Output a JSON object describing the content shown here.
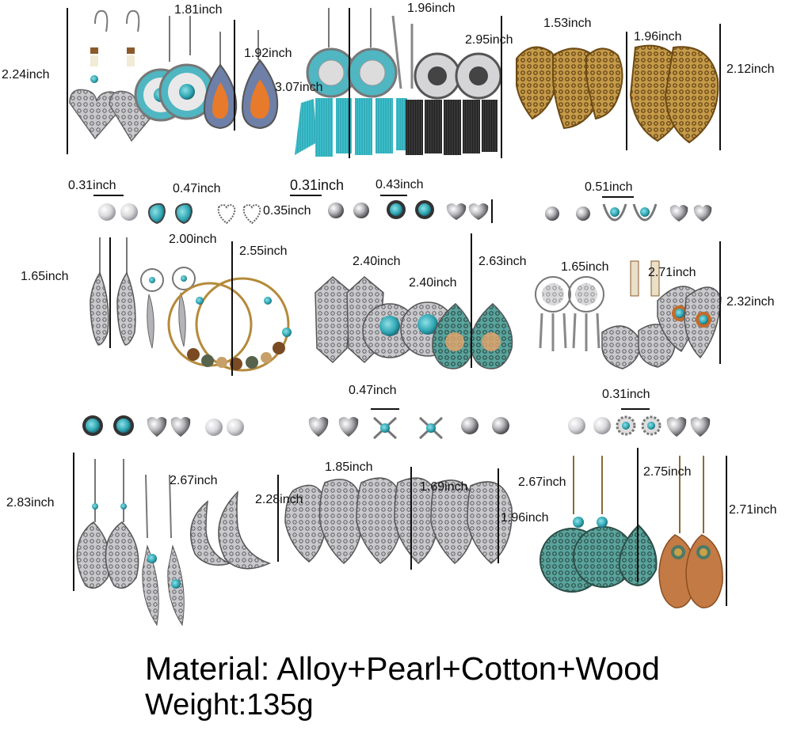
{
  "measurements": [
    "2.24inch",
    "1.81inch",
    "1.92inch",
    "3.07inch",
    "1.96inch",
    "2.95inch",
    "1.53inch",
    "1.96inch",
    "2.12inch",
    "0.31inch",
    "0.47inch",
    "0.35inch",
    "0.31inch",
    "0.43inch",
    "0.51inch",
    "1.65inch",
    "2.00inch",
    "2.55inch",
    "2.40inch",
    "2.40inch",
    "2.63inch",
    "1.65inch",
    "2.71inch",
    "2.32inch",
    "0.47inch",
    "0.31inch",
    "2.83inch",
    "2.67inch",
    "2.28inch",
    "1.85inch",
    "1.69inch",
    "1.96inch",
    "2.67inch",
    "2.75inch",
    "2.71inch"
  ],
  "caption": {
    "material": "Material: Alloy+Pearl+Cotton+Wood",
    "weight": "Weight:135g"
  },
  "colors": {
    "silver": "#a9a9ab",
    "silver_dark": "#6b6b70",
    "turquoise": "#35b3bf",
    "gold": "#a5782c",
    "black_tassel": "#1c1c1c",
    "wood": "#c47a44",
    "patina": "#3f8e8a"
  }
}
